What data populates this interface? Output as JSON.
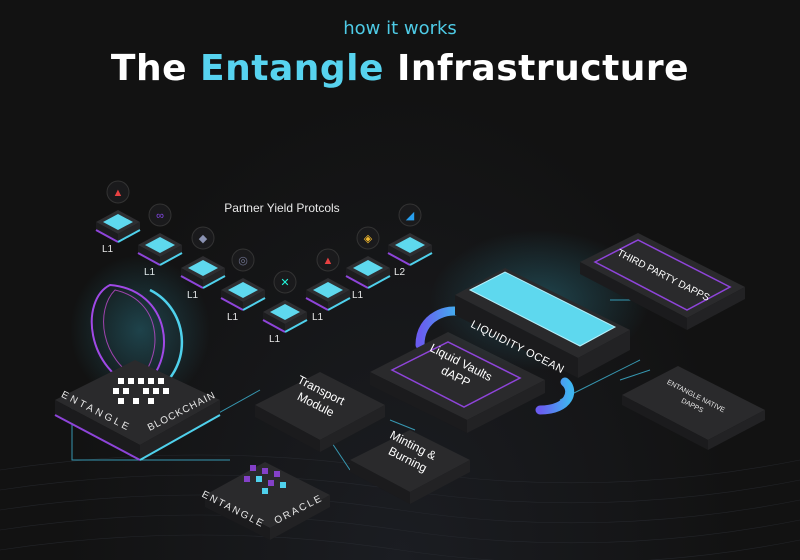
{
  "header": {
    "kicker": "how it works",
    "title_prefix": "The",
    "title_highlight": "Entangle",
    "title_suffix": "Infrastructure"
  },
  "partners": {
    "label": "Partner Yield Protcols",
    "nodes": [
      {
        "tag": "L1",
        "icon": "avalanche-icon",
        "icon_color": "#e84142"
      },
      {
        "tag": "L1",
        "icon": "polygon-icon",
        "icon_color": "#8247e5"
      },
      {
        "tag": "L1",
        "icon": "ethereum-icon",
        "icon_color": "#8a92b2"
      },
      {
        "tag": "L1",
        "icon": "cosmos-icon",
        "icon_color": "#6f7390"
      },
      {
        "tag": "L1",
        "icon": "elrond-x-icon",
        "icon_color": "#23f7dd"
      },
      {
        "tag": "L1",
        "icon": "tron-icon",
        "icon_color": "#e84142"
      },
      {
        "tag": "L1",
        "icon": "binance-icon",
        "icon_color": "#f3ba2f"
      },
      {
        "tag": "L2",
        "icon": "arbitrum-icon",
        "icon_color": "#28a0f0"
      }
    ]
  },
  "blocks": {
    "blockchain_left": "ENTANGLE",
    "blockchain_right": "BLOCKCHAIN",
    "oracle_left": "ENTANGLE",
    "oracle_right": "ORACLE",
    "transport": "Transport\nModule",
    "minting": "Minting &\nBurning",
    "vaults": "Liquid Vaults\ndAPP",
    "ocean": "LIQUIDITY OCEAN",
    "third_party": "THIRD PARTY DAPPS",
    "native": "ENTANGLE NATIVE\nDAPPS"
  },
  "colors": {
    "accent_cyan": "#4fd1ec",
    "accent_purple": "#8e44d9",
    "background": "#121212",
    "block_dark": "#2a2a2c"
  }
}
